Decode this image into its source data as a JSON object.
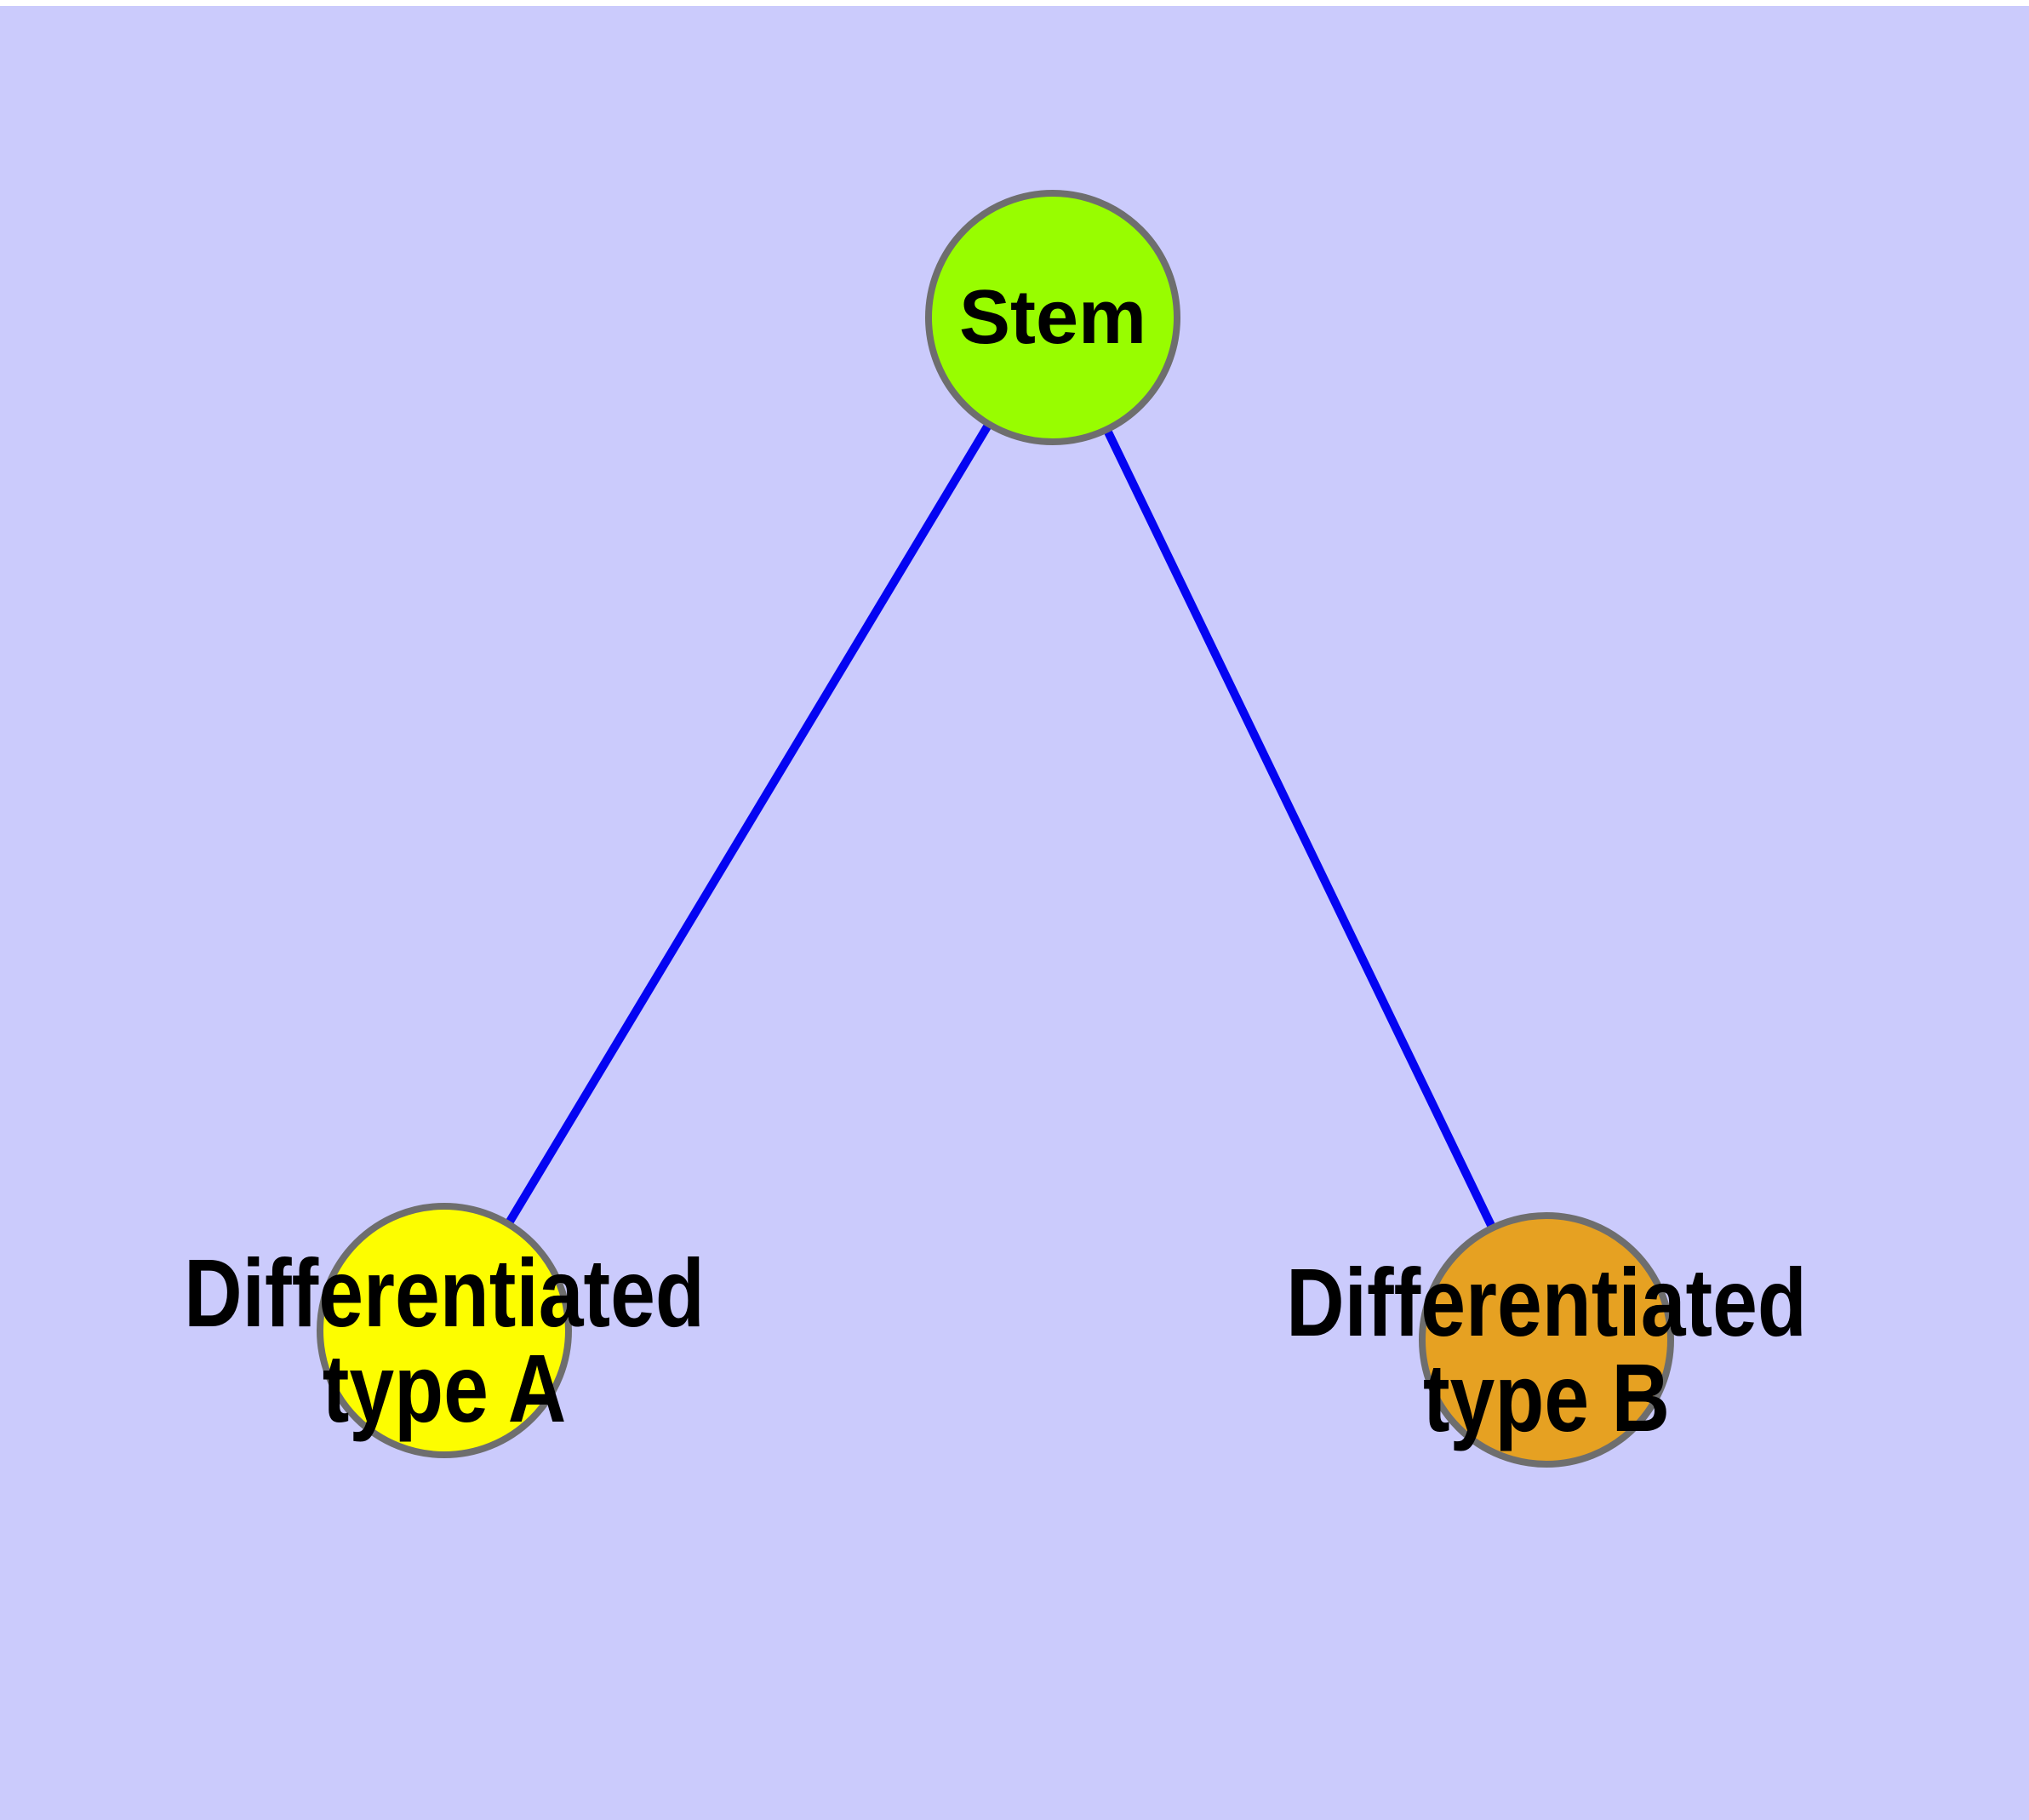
{
  "diagram": {
    "type": "graph",
    "background_color": "#cbcbfc",
    "top_margin_color": "#ffffff",
    "node_stroke_color": "#6e6e6e",
    "edge_color": "#0404f2",
    "text_color": "#000000",
    "nodes": [
      {
        "id": "stem",
        "label": "Stem",
        "fill": "#98fd00"
      },
      {
        "id": "differentiated-type-a",
        "label": "Differentiated type A",
        "lines": [
          "Differentiated",
          "type A"
        ],
        "fill": "#fdfd00"
      },
      {
        "id": "differentiated-type-b",
        "label": "Differentiated type B",
        "lines": [
          "Differentiated",
          "type B"
        ],
        "fill": "#e6a122"
      }
    ],
    "edges": [
      {
        "from": "Stem",
        "to": "Differentiated type A"
      },
      {
        "from": "Stem",
        "to": "Differentiated type B"
      }
    ]
  }
}
